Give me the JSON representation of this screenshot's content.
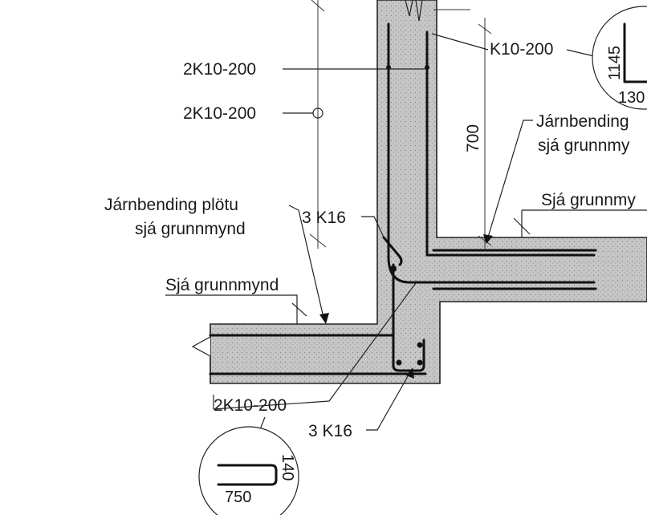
{
  "labels": {
    "wall_bar_left_top": "2K10-200",
    "wall_bar_left_mid": "2K10-200",
    "wall_bar_right": "K10-200",
    "dim_700": "700",
    "slab_bending_left_line1": "Járnbending plötu",
    "slab_bending_left_line2": "sjá grunnmynd",
    "bars_3k16_upper": "3 K16",
    "see_plan_left": "Sjá grunnmynd",
    "slab_bending_right_line1": "Járnbending",
    "slab_bending_right_line2": "sjá grunnmy",
    "see_plan_right": "Sjá grunnmy",
    "bars_bottom_2k10": "2K10-200",
    "bars_3k16_lower": "3 K16"
  },
  "detail_bottom": {
    "leg_vertical": "140",
    "leg_horizontal": "750"
  },
  "detail_top_right": {
    "leg_vertical": "1145",
    "leg_horizontal": "130"
  },
  "colors": {
    "concrete": "#c9c9c9",
    "lines": "#222222",
    "background": "#ffffff"
  }
}
